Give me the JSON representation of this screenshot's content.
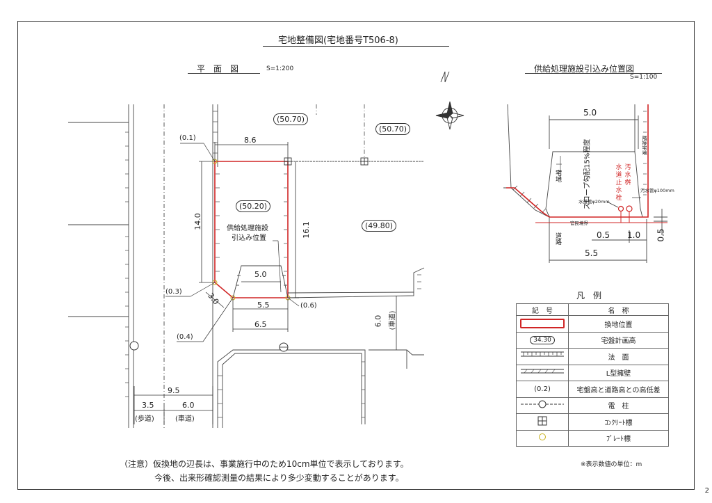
{
  "title": "宅地整備図(宅地番号T506-8)",
  "plan": {
    "heading": "平　面　図",
    "scale": "S=1:200",
    "lot_area": "(50.20)",
    "neighbor_areas": [
      "(50.70)",
      "(50.70)",
      "(49.80)"
    ],
    "facility_label_line1": "供給処理施設",
    "facility_label_line2": "引込み位置",
    "dims": {
      "top": "8.6",
      "left": "14.0",
      "right": "16.1",
      "inner": "5.0",
      "bottom": "5.5",
      "diag": "3.0",
      "lower": "6.5",
      "road": "6.0",
      "road_kind": "(車道)",
      "total": "9.5",
      "sidewalk": "3.5",
      "sidewalk_label": "(歩道)",
      "carriage": "6.0",
      "carriage_label": "(車道)"
    },
    "level_diffs": [
      "(0.1)",
      "(0.3)",
      "(0.4)",
      "(0.6)"
    ]
  },
  "supply": {
    "heading": "供給処理施設引込み位置図",
    "scale": "S=1:100",
    "top_dim": "5.0",
    "slope": "スロープ勾配15%程度",
    "site": "宅地",
    "boundary_side": "隣接宅地",
    "water_valve": [
      "水",
      "道",
      "止",
      "水",
      "栓"
    ],
    "sewer_box": [
      "汚",
      "水",
      "桝"
    ],
    "sewer_pipe": "汚水管φ100mm",
    "water_pipe": "水道管φ20mm",
    "boundary": "官民境界",
    "road": "道路",
    "dims": [
      "0.5",
      "1.0",
      "0.5",
      "5.5"
    ]
  },
  "legend": {
    "title": "凡　例",
    "col_symbol": "記　号",
    "col_name": "名　称",
    "sample_height": "34.30",
    "sample_diff": "(0.2)",
    "rows": [
      "換地位置",
      "宅盤計画高",
      "法　面",
      "L型擁壁",
      "宅盤高と道路高との高低差",
      "電　柱",
      "ｺﾝｸﾘｰﾄ標",
      "ﾌﾟﾚｰﾄ標"
    ]
  },
  "units_note": "※表示数値の単位：m",
  "note_line1": "（注意）仮換地の辺長は、事業施行中のため10cm単位で表示しております。",
  "note_line2": "今後、出来形確認測量の結果により多少変動することがあります。",
  "page_number": "2"
}
